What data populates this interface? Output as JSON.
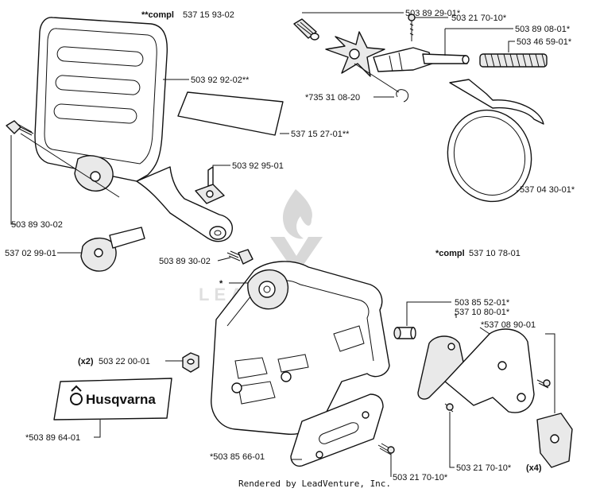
{
  "labels": {
    "handguard_compl": "537 15 93-02",
    "handguard_compl_prefix": "**compl",
    "handguard": "503 92 92-02**",
    "decal_sheet": "537 15 27-01**",
    "bracket_small": "503 92 95-01",
    "screw_left_top": "503 89 30-02",
    "cam_lever": "537 02 99-01",
    "screw_handle": "503 89 30-02",
    "spring_pin": "503 89 29-01*",
    "screw_top": "503 21 70-10*",
    "brake_shaft": "503 89 08-01*",
    "brake_spring": "503 46 59-01*",
    "circlip": "*735 31 08-20",
    "brake_band": "537 04 30-01*",
    "clutch_compl": "537 10 78-01",
    "clutch_compl_prefix": "*compl",
    "asterisk_marker": "*",
    "bolt": "503 85 52-01*",
    "lever_plate": "537 10 80-01*",
    "cover_plate": "*537 08 90-01",
    "nut_qty": "(x2)",
    "nut": "503 22 00-01",
    "logo_decal": "*503 89 64-01",
    "bar_plate": "*503 85 66-01",
    "screw_bar": "503 21 70-10*",
    "screw_cover_qty": "(x4)",
    "screw_cover": "503 21 70-10*"
  },
  "brand": {
    "logo_text": "Husqvarna",
    "watermark_text": "LEADVENTURE"
  },
  "footer": {
    "credit": "Rendered by LeadVenture, Inc."
  },
  "colors": {
    "ink": "#111111",
    "watermark": "#d4d4d4",
    "part_shade": "#e9e9e9"
  }
}
